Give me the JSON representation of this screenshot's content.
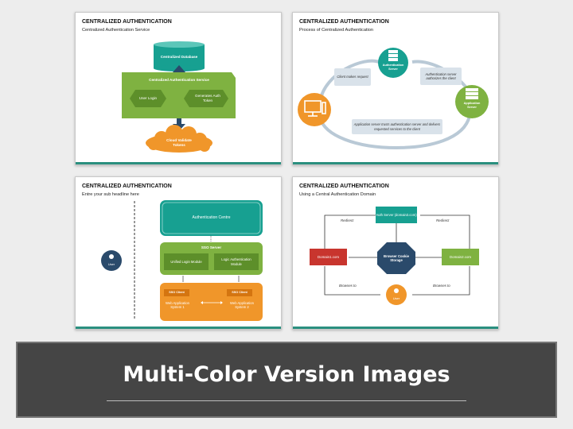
{
  "slides": [
    {
      "title": "CENTRALIZED AUTHENTICATION",
      "subtitle": "Centralized Authentication Service",
      "database": "Centralized Database",
      "service": "Centralized Authentication Service",
      "user_login": "User Login",
      "token": "Generates Auth Token",
      "cloud": "Cloud Validate Tokens"
    },
    {
      "title": "CENTRALIZED AUTHENTICATION",
      "subtitle": "Process of Centralized Authentication",
      "auth_server": "Authentication Server",
      "app_server": "Application Server",
      "client_request": "Client makes request",
      "server_authorizes": "Authentication server authorizes the client",
      "app_trusts": "Application server trusts authentication server and delivers requested services to the client"
    },
    {
      "title": "CENTRALIZED AUTHENTICATION",
      "subtitle": "Entre your sub headline here",
      "user": "User",
      "auth_centre": "Authentication Centre",
      "sso_server": "SSO Server",
      "unified_login": "Unified Login Module",
      "logic_auth": "Logic Authentication Module",
      "sso_client_1": "SSO Client",
      "sso_client_2": "SSO Client",
      "web_app_1": "Web Application System 1",
      "web_app_2": "Web Application System 2"
    },
    {
      "title": "CENTRALIZED AUTHENTICATION",
      "subtitle": "Using a Central Authentication Domain",
      "auth_server": "Auth Server (domain3.com)",
      "domain1": "Domain1.com",
      "domain2": "Domain2.com",
      "cookie": "Browser Cookie Storage",
      "user": "User",
      "redirect_left": "Redirect",
      "redirect_right": "Redirect",
      "browses_left": "Browses to",
      "browses_right": "Browses to"
    }
  ],
  "banner": {
    "title": "Multi-Color Version Images"
  },
  "colors": {
    "teal": "#17a091",
    "green": "#7fb241",
    "orange": "#f0962a",
    "red": "#c8352e",
    "navy": "#2a4a6b"
  }
}
